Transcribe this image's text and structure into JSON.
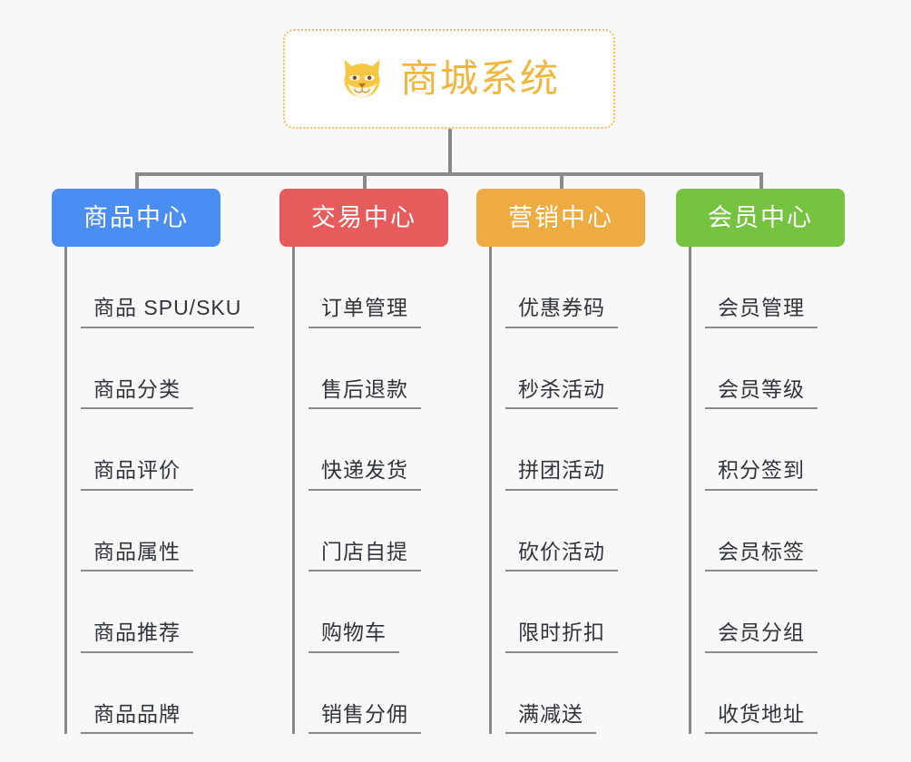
{
  "root": {
    "title": "商城系统",
    "icon": "shiba-dog-face-icon",
    "border_color": "#f3bb5e",
    "text_color": "#f0b63f",
    "background": "#ffffff"
  },
  "canvas": {
    "background": "#f8f8f8",
    "connector_color": "#8a8a8a"
  },
  "columns": [
    {
      "id": "product-center",
      "label": "商品中心",
      "color": "#4a8ef2",
      "items": [
        "商品 SPU/SKU",
        "商品分类",
        "商品评价",
        "商品属性",
        "商品推荐",
        "商品品牌"
      ]
    },
    {
      "id": "trade-center",
      "label": "交易中心",
      "color": "#e65c5c",
      "items": [
        "订单管理",
        "售后退款",
        "快递发货",
        "门店自提",
        "购物车",
        "销售分佣"
      ]
    },
    {
      "id": "marketing-center",
      "label": "营销中心",
      "color": "#eeab41",
      "items": [
        "优惠券码",
        "秒杀活动",
        "拼团活动",
        "砍价活动",
        "限时折扣",
        "满减送"
      ]
    },
    {
      "id": "member-center",
      "label": "会员中心",
      "color": "#76c341",
      "items": [
        "会员管理",
        "会员等级",
        "积分签到",
        "会员标签",
        "会员分组",
        "收货地址"
      ]
    }
  ]
}
